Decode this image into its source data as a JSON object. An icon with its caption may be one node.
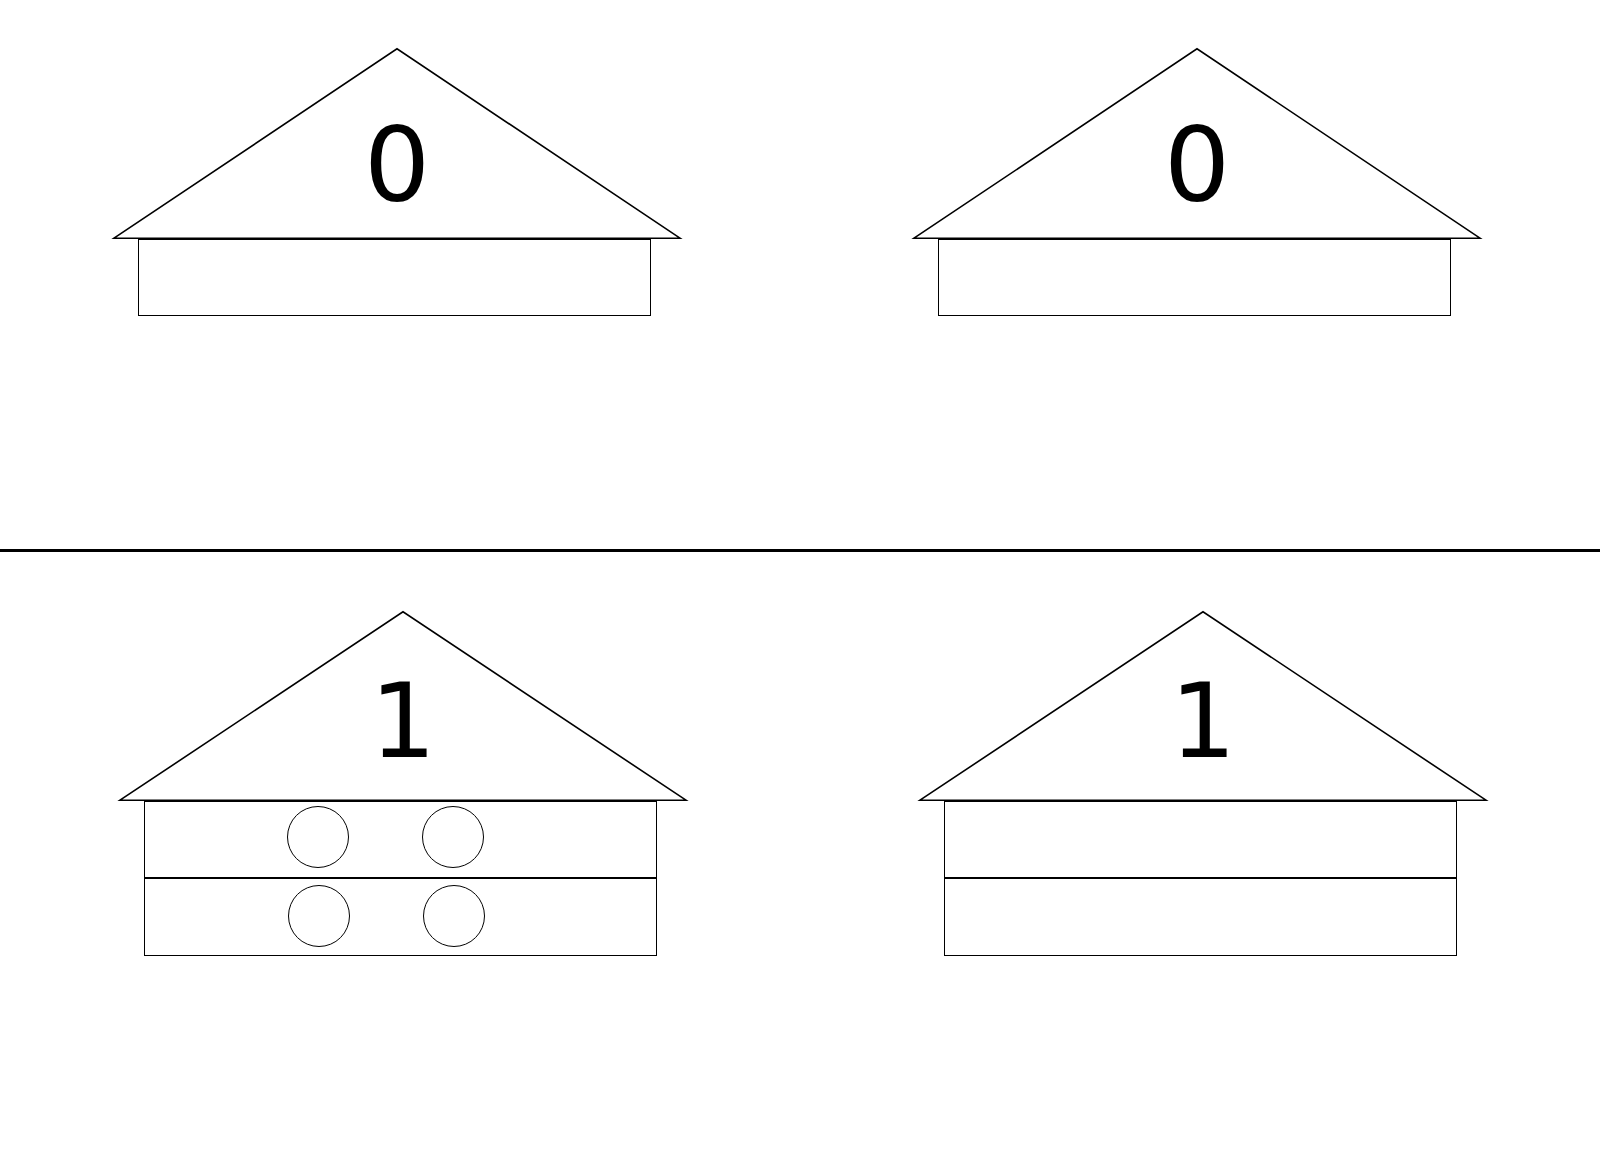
{
  "diagram": {
    "nodes": [
      {
        "text": [
          "0"
        ]
      },
      {
        "text": [],
        "shape": "box"
      },
      {
        "text": [
          "0"
        ]
      },
      {
        "text": [],
        "shape": "box"
      },
      {
        "text": [
          "1"
        ]
      },
      {
        "text": [],
        "shape": "box"
      },
      {
        "text": [],
        "shape": "circle",
        "in": 5
      },
      {
        "text": [],
        "shape": "circle",
        "in": 5
      },
      {
        "text": [],
        "shape": "box"
      },
      {
        "text": [],
        "shape": "circle",
        "in": 8
      },
      {
        "text": [],
        "shape": "circle",
        "in": 8
      },
      {
        "text": [
          "1"
        ]
      },
      {
        "text": [],
        "shape": "box"
      },
      {
        "text": [],
        "shape": "box"
      }
    ]
  }
}
